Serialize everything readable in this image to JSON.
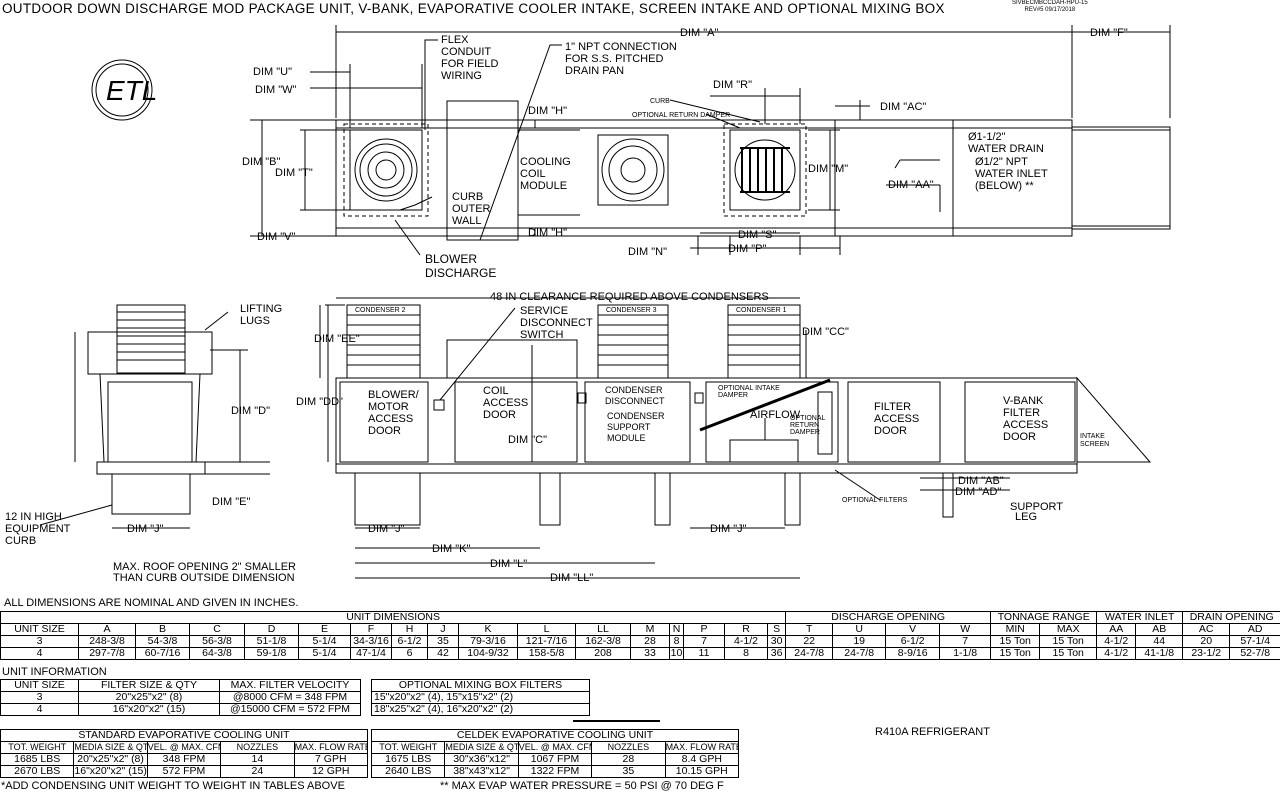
{
  "title": "OUTDOOR DOWN DISCHARGE MOD PACKAGE UNIT, V-BANK, EVAPORATIVE COOLER INTAKE, SCREEN INTAKE AND OPTIONAL MIXING BOX",
  "drawing_id": "SIVBECMBCCDAH-HPU-15",
  "revision": "REV#5 09/17/2018",
  "logo_text": "ETL",
  "plan_view": {
    "dim_a": "DIM \"A\"",
    "dim_f": "DIM \"F\"",
    "dim_u": "DIM \"U\"",
    "dim_w": "DIM \"W\"",
    "dim_b": "DIM \"B\"",
    "dim_t": "DIM \"T\"",
    "dim_v": "DIM \"V\"",
    "dim_h_top": "DIM \"H\"",
    "dim_h_bot": "DIM \"H\"",
    "dim_r": "DIM \"R\"",
    "dim_ac": "DIM \"AC\"",
    "dim_m": "DIM \"M\"",
    "dim_aa": "DIM \"AA\"",
    "dim_s": "DIM \"S\"",
    "dim_n": "DIM \"N\"",
    "dim_p": "DIM \"P\"",
    "flex_conduit": [
      "FLEX",
      "CONDUIT",
      "FOR FIELD",
      "WIRING"
    ],
    "npt_connection": [
      "1\" NPT CONNECTION",
      "FOR S.S. PITCHED",
      "DRAIN PAN"
    ],
    "curb": "CURB",
    "optional_return_damper": "OPTIONAL RETURN DAMPER",
    "cooling_coil_module": [
      "COOLING",
      "COIL",
      "MODULE"
    ],
    "curb_outer_wall": [
      "CURB",
      "OUTER",
      "WALL"
    ],
    "blower_discharge": [
      "BLOWER",
      "DISCHARGE"
    ],
    "water_drain": [
      "Ø1-1/2\"",
      "WATER DRAIN"
    ],
    "water_inlet": [
      "Ø1/2\" NPT",
      "WATER INLET",
      "(BELOW) **"
    ]
  },
  "elevation": {
    "lifting_lugs": [
      "LIFTING",
      "LUGS"
    ],
    "dim_d": "DIM \"D\"",
    "dim_e": "DIM \"E\"",
    "dim_j_end": "DIM \"J\"",
    "curb_note": [
      "12 IN HIGH",
      "EQUIPMENT",
      "CURB"
    ],
    "dim_ee": "DIM \"EE\"",
    "dim_dd": "DIM \"DD\"",
    "dim_cc": "DIM \"CC\"",
    "dim_c": "DIM \"C\"",
    "clearance": "48 IN CLEARANCE REQUIRED ABOVE CONDENSERS",
    "service_disconnect": [
      "SERVICE",
      "DISCONNECT",
      "SWITCH"
    ],
    "condenser_2": "CONDENSER 2",
    "condenser_3": "CONDENSER 3",
    "condenser_1": "CONDENSER 1",
    "blower_door": [
      "BLOWER/",
      "MOTOR",
      "ACCESS",
      "DOOR"
    ],
    "coil_door": [
      "COIL",
      "ACCESS",
      "DOOR"
    ],
    "condenser_disconnect": [
      "CONDENSER",
      "DISCONNECT"
    ],
    "condenser_support": [
      "CONDENSER",
      "SUPPORT",
      "MODULE"
    ],
    "optional_intake_damper": [
      "OPTIONAL INTAKE",
      "DAMPER"
    ],
    "airflow": "AIRFLOW",
    "optional_return_damper": [
      "OPTIONAL",
      "RETURN",
      "DAMPER"
    ],
    "filter_door": [
      "FILTER",
      "ACCESS",
      "DOOR"
    ],
    "vbank_door": [
      "V-BANK",
      "FILTER",
      "ACCESS",
      "DOOR"
    ],
    "intake_screen": [
      "INTAKE",
      "SCREEN"
    ],
    "optional_filters": "OPTIONAL FILTERS",
    "dim_ab": "DIM \"AB\"",
    "dim_ad": "DIM \"AD\"",
    "support_leg": [
      "SUPPORT",
      "LEG"
    ],
    "dim_j_1": "DIM \"J\"",
    "dim_j_2": "DIM \"J\"",
    "dim_k": "DIM \"K\"",
    "dim_l": "DIM \"L\"",
    "dim_ll": "DIM \"LL\"",
    "roof_opening": [
      "MAX. ROOF OPENING 2\" SMALLER",
      "THAN CURB OUTSIDE DIMENSION"
    ]
  },
  "nominal_note": "ALL DIMENSIONS ARE NOMINAL AND GIVEN IN INCHES.",
  "unit_dimensions": {
    "group_headers": [
      "UNIT DIMENSIONS",
      "DISCHARGE OPENING",
      "TONNAGE RANGE",
      "WATER INLET",
      "DRAIN OPENING"
    ],
    "headers": [
      "UNIT SIZE",
      "A",
      "B",
      "C",
      "D",
      "E",
      "F",
      "H",
      "J",
      "K",
      "L",
      "LL",
      "M",
      "N",
      "P",
      "R",
      "S",
      "T",
      "U",
      "V",
      "W",
      "MIN",
      "MAX",
      "AA",
      "AB",
      "AC",
      "AD"
    ],
    "rows": [
      [
        "3",
        "248-3/8",
        "54-3/8",
        "56-3/8",
        "51-1/8",
        "5-1/4",
        "34-3/16",
        "6-1/2",
        "35",
        "79-3/16",
        "121-7/16",
        "162-3/8",
        "28",
        "8",
        "7",
        "4-1/2",
        "30",
        "22",
        "19",
        "6-1/2",
        "7",
        "15 Ton",
        "15 Ton",
        "4-1/2",
        "44",
        "20",
        "57-1/4"
      ],
      [
        "4",
        "297-7/8",
        "60-7/16",
        "64-3/8",
        "59-1/8",
        "5-1/4",
        "47-1/4",
        "6",
        "42",
        "104-9/32",
        "158-5/8",
        "208",
        "33",
        "10",
        "11",
        "8",
        "36",
        "24-7/8",
        "24-7/8",
        "8-9/16",
        "1-1/8",
        "15 Ton",
        "15 Ton",
        "4-1/2",
        "41-1/8",
        "23-1/2",
        "52-7/8"
      ]
    ]
  },
  "unit_information": {
    "title": "UNIT INFORMATION",
    "headers": [
      "UNIT SIZE",
      "FILTER SIZE & QTY",
      "MAX. FILTER VELOCITY"
    ],
    "rows": [
      [
        "3",
        "20\"x25\"x2\" (8)",
        "@8000 CFM = 348 FPM"
      ],
      [
        "4",
        "16\"x20\"x2\" (15)",
        "@15000 CFM = 572 FPM"
      ]
    ]
  },
  "mixing_box_filters": {
    "header": "OPTIONAL MIXING BOX FILTERS",
    "rows": [
      "15\"x20\"x2\" (4), 15\"x15\"x2\" (2)",
      "18\"x25\"x2\" (4), 16\"x20\"x2\" (2)"
    ]
  },
  "standard_evap": {
    "title": "STANDARD EVAPORATIVE COOLING UNIT",
    "headers": [
      "TOT. WEIGHT",
      "MEDIA SIZE & QTY",
      "VEL. @ MAX. CFM",
      "NOZZLES",
      "MAX. FLOW RATE"
    ],
    "rows": [
      [
        "1685 LBS",
        "20\"x25\"x2\" (8)",
        "348 FPM",
        "14",
        "7 GPH"
      ],
      [
        "2670 LBS",
        "16\"x20\"x2\" (15)",
        "572 FPM",
        "24",
        "12 GPH"
      ]
    ]
  },
  "celdek_evap": {
    "title": "CELDEK EVAPORATIVE COOLING UNIT",
    "headers": [
      "TOT. WEIGHT",
      "MEDIA SIZE & QTY",
      "VEL. @ MAX. CFM",
      "NOZZLES",
      "MAX. FLOW RATE"
    ],
    "rows": [
      [
        "1675 LBS",
        "30\"x36\"x12\"",
        "1067 FPM",
        "28",
        "8.4 GPH"
      ],
      [
        "2640 LBS",
        "38\"x43\"x12\"",
        "1322 FPM",
        "35",
        "10.15 GPH"
      ]
    ]
  },
  "refrigerant": "R410A REFRIGERANT",
  "footnote_1": "*ADD CONDENSING UNIT WEIGHT TO WEIGHT IN TABLES ABOVE",
  "footnote_2": "** MAX EVAP WATER PRESSURE = 50 PSI @ 70 DEG F"
}
